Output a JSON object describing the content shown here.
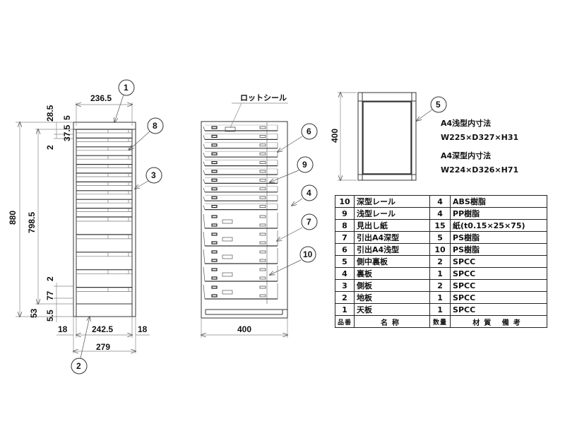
{
  "front_view": {
    "dimensions": {
      "top_width": "236.5",
      "top_offset": "28.5",
      "gap_top": "5",
      "drawer_pitch_top": "37.5",
      "rail_thickness_top": "2",
      "total_height": "880",
      "inner_height": "798.5",
      "rail_thickness_bottom": "2",
      "drawer_pitch_bottom": "77",
      "base_height": "53",
      "bottom_gap": "5.5",
      "side_left": "18",
      "inner_width": "242.5",
      "side_right": "18",
      "overall_width": "279"
    },
    "balloons": [
      "1",
      "8",
      "3",
      "2"
    ]
  },
  "side_view": {
    "callout_label": "ロットシール",
    "depth": "400",
    "balloons": [
      "6",
      "9",
      "4",
      "7",
      "10"
    ]
  },
  "top_view": {
    "depth": "400",
    "balloon": "5",
    "notes": [
      {
        "title": "A4浅型内寸法",
        "value": "W225×D327×H31"
      },
      {
        "title": "A4深型内寸法",
        "value": "W224×D326×H71"
      }
    ]
  },
  "parts_table": {
    "rows": [
      {
        "no": "10",
        "name": "深型レール",
        "qty": "4",
        "material": "ABS樹脂"
      },
      {
        "no": "9",
        "name": "浅型レール",
        "qty": "4",
        "material": "PP樹脂"
      },
      {
        "no": "8",
        "name": "見出し紙",
        "qty": "15",
        "material": "紙(t0.15×25×75)"
      },
      {
        "no": "7",
        "name": "引出A4深型",
        "qty": "5",
        "material": "PS樹脂"
      },
      {
        "no": "6",
        "name": "引出A4浅型",
        "qty": "10",
        "material": "PS樹脂"
      },
      {
        "no": "5",
        "name": "側中裏板",
        "qty": "2",
        "material": "SPCC"
      },
      {
        "no": "4",
        "name": "裏板",
        "qty": "1",
        "material": "SPCC"
      },
      {
        "no": "3",
        "name": "側板",
        "qty": "2",
        "material": "SPCC"
      },
      {
        "no": "2",
        "name": "地板",
        "qty": "1",
        "material": "SPCC"
      },
      {
        "no": "1",
        "name": "天板",
        "qty": "1",
        "material": "SPCC"
      }
    ],
    "header": {
      "no": "品番",
      "name": "名称",
      "qty": "数量",
      "material": "材質 備考"
    }
  }
}
